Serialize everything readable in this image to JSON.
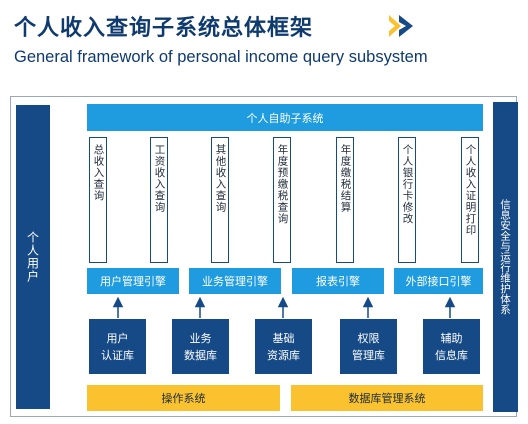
{
  "title": "个人收入查询子系统总体框架",
  "subtitle": "General framework of personal income query subsystem",
  "left_bar": "个人用户",
  "right_bar": "信息安全与运行维护体系",
  "top_banner": "个人自助子系统",
  "functions": [
    "总收入查询",
    "工资收入查询",
    "其他收入查询",
    "年度预缴税查询",
    "年度缴税结算",
    "个人银行卡修改",
    "个人收入证明打印"
  ],
  "engines": [
    "用户管理引擎",
    "业务管理引擎",
    "报表引擎",
    "外部接口引擎"
  ],
  "databases": [
    {
      "line1": "用户",
      "line2": "认证库"
    },
    {
      "line1": "业务",
      "line2": "数据库"
    },
    {
      "line1": "基础",
      "line2": "资源库"
    },
    {
      "line1": "权限",
      "line2": "管理库"
    },
    {
      "line1": "辅助",
      "line2": "信息库"
    }
  ],
  "platforms": [
    "操作系统",
    "数据库管理系统"
  ],
  "colors": {
    "navy": "#164a86",
    "cyan": "#1f9be0",
    "yellow": "#f9c22e",
    "accent_arrow": "#f9c22e"
  }
}
